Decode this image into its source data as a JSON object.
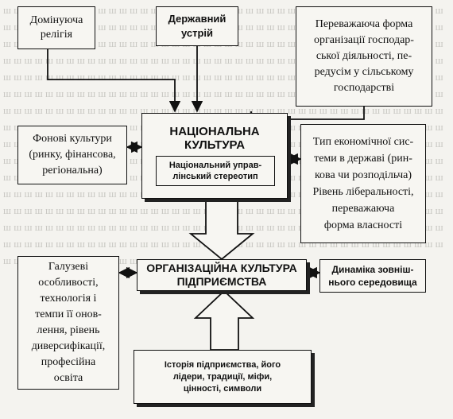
{
  "diagram": {
    "boxes": {
      "religion": "Домінуюча\nрелігія",
      "state_system": "Державний\nустрій",
      "economy_form": "Переважаюча форма\nорганізації господар-\nської діяльності, пе-\nредусім у сільському\nгосподарстві",
      "background_cultures": "Фонові культури\n(ринку, фінансова,\nрегіональна)",
      "national_culture": "НАЦІОНАЛЬНА\nКУЛЬТУРА",
      "management_stereotype": "Національний управ-\nлінський стереотип",
      "economic_system": "Тип економічної сис-\nтеми в державі (рин-\nкова чи розподільча)\nРівень лібераль­ності,\nпереважаюча\nформа власності",
      "industry_features": "Галузеві\nособливості,\nтехнологія і\nтемпи її онов-\nлення, рівень\nдиверсифікації,\nпрофесійна\nосвіта",
      "org_culture": "ОРГАНІЗАЦІЙНА КУЛЬТУРА\nПІДПРИЄМСТВА",
      "external_env": "Динаміка зовніш-\nнього середовища",
      "company_history": "Історія підприємства, його\nлідери, традиції, міфи,\nцінності, символи"
    }
  }
}
